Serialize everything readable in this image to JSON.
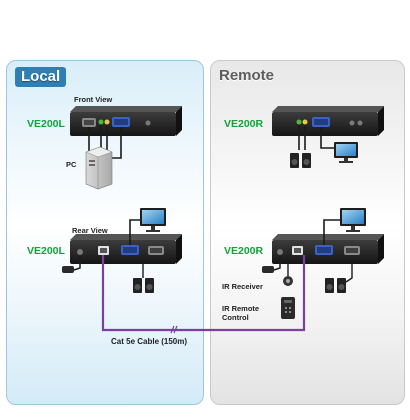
{
  "local": {
    "title": "Local",
    "front_view_label": "Front View",
    "rear_view_label": "Rear View",
    "model_front": "VE200L",
    "model_rear": "VE200L",
    "pc_label": "PC"
  },
  "remote": {
    "title": "Remote",
    "model_front": "VE200R",
    "model_rear": "VE200R",
    "ir_receiver_label": "IR Receiver",
    "ir_remote_label_1": "IR Remote",
    "ir_remote_label_2": "Control"
  },
  "cable": {
    "label": "Cat 5e Cable (150m)",
    "color": "#7b3fa0"
  },
  "colors": {
    "local_accent": "#2d7fb4",
    "remote_title": "#5d5d5d",
    "model_green": "#11a23b",
    "device_body": "#2b2b2b"
  }
}
